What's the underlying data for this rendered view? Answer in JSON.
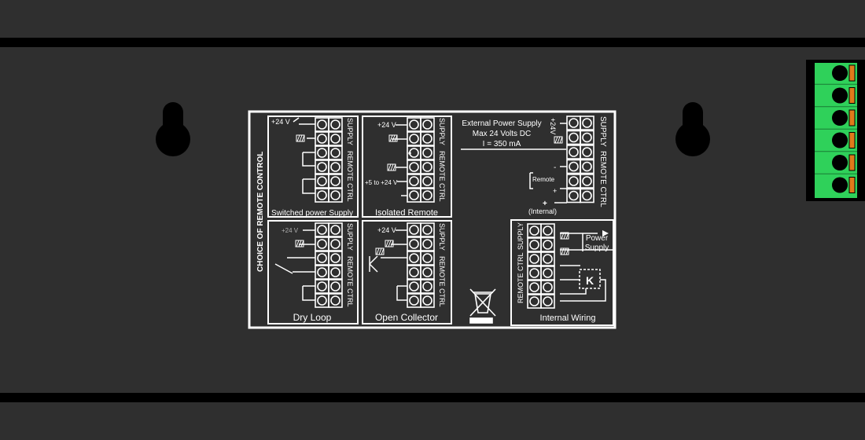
{
  "panel": {
    "side_title": "CHOICE OF REMOTE CONTROL",
    "sections": {
      "switched": {
        "title": "Switched power Supply",
        "label_24v": "+24 V"
      },
      "isolated": {
        "title": "Isolated Remote",
        "label_24v": "+24 V",
        "label_range": "+5 to +24 V"
      },
      "dry_loop": {
        "title": "Dry Loop",
        "label_24v": "+24 V"
      },
      "open_collector": {
        "title": "Open Collector",
        "label_24v": "+24 V"
      },
      "external": {
        "line1": "External Power Supply",
        "line2": "Max 24 Volts DC",
        "line3": "I = 350 mA",
        "label_24v": "+24V",
        "label_remote": "Remote",
        "label_minus": "-",
        "label_plus": "+",
        "label_internal": "(Internal)"
      },
      "internal_wiring": {
        "title": "Internal Wiring",
        "power_line1": "Power",
        "power_line2": "Supply"
      }
    },
    "terminal_labels": {
      "supply": "SUPPLY",
      "remote_ctrl": "REMOTE CTRL"
    }
  },
  "colors": {
    "housing": "#2f2f2f",
    "housing_band": "#000000",
    "label_line": "#ffffff",
    "connector_green": "#2fd15a",
    "connector_orange": "#e07a1a"
  },
  "connector": {
    "pins": 6
  }
}
